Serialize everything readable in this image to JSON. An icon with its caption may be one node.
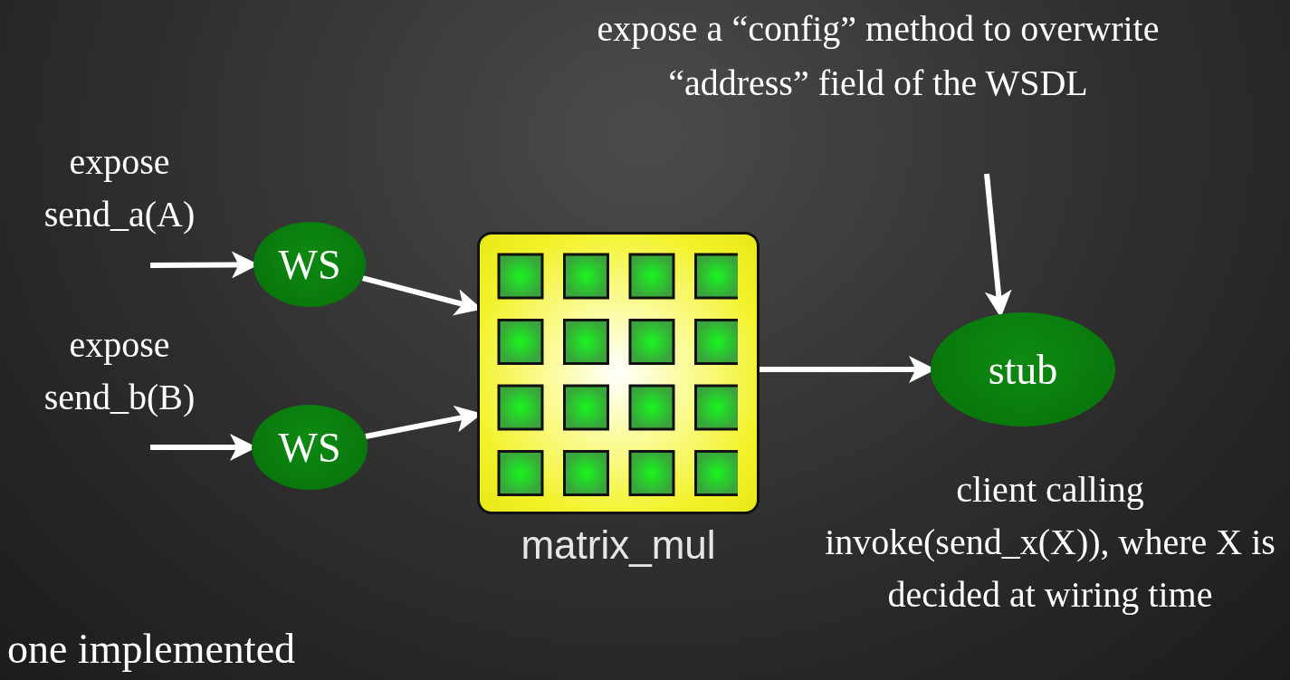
{
  "diagram": {
    "nodes": [
      {
        "text": [
          "WS"
        ]
      },
      {
        "text": [
          "WS"
        ]
      },
      {
        "text": [
          "matrix_mul"
        ]
      },
      {
        "text": [
          "stub"
        ]
      },
      {
        "text": [
          "expose a “config” method to overwrite “address” field of the WSDL"
        ]
      }
    ],
    "edges": [
      {
        "from": null,
        "to": 0,
        "arrow": "to"
      },
      {
        "from": null,
        "to": 1,
        "arrow": "to"
      },
      {
        "from": 0,
        "to": 2,
        "arrow": "to"
      },
      {
        "from": 1,
        "to": 2,
        "arrow": "to"
      },
      {
        "from": 2,
        "to": 3,
        "arrow": "to"
      },
      {
        "from": 4,
        "to": 3,
        "arrow": "to"
      }
    ],
    "labels": [
      "expose send_a(A)",
      "expose send_b(B)",
      "client calling invoke(send_x(X)), where X is decided at wiring time",
      "one implemented"
    ]
  }
}
